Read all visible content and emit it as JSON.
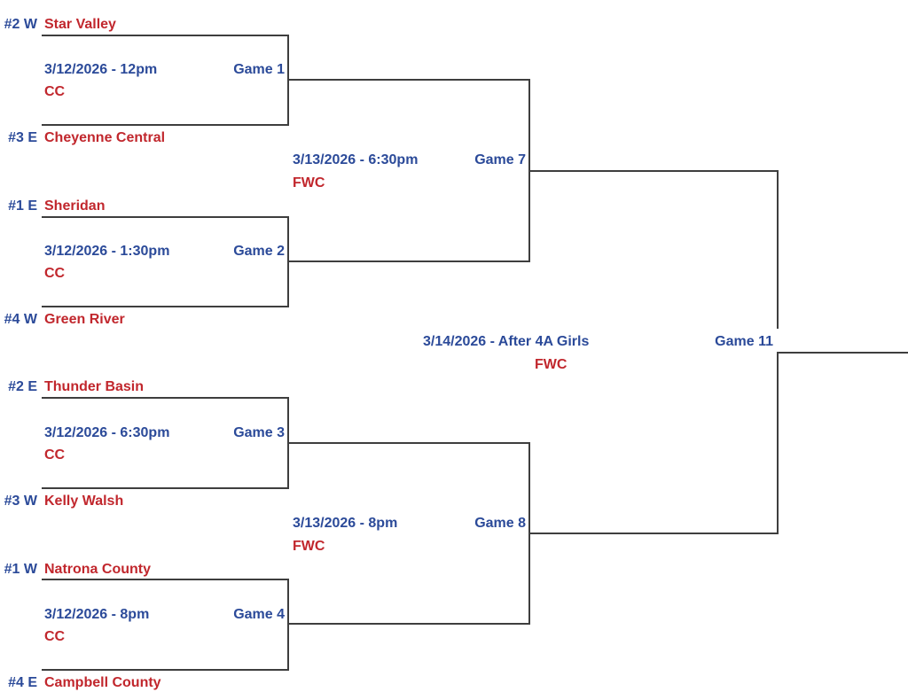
{
  "colors": {
    "blue": "#2B4A99",
    "red": "#C1272D",
    "line": "#3E3E3E"
  },
  "round1": [
    {
      "top_seed": "#2 W",
      "top_team": "Star Valley",
      "datetime": "3/12/2026 - 12pm",
      "game": "Game 1",
      "venue": "CC",
      "bottom_seed": "#3 E",
      "bottom_team": "Cheyenne Central"
    },
    {
      "top_seed": "#1 E",
      "top_team": "Sheridan",
      "datetime": "3/12/2026 - 1:30pm",
      "game": "Game 2",
      "venue": "CC",
      "bottom_seed": "#4 W",
      "bottom_team": "Green River"
    },
    {
      "top_seed": "#2 E",
      "top_team": "Thunder Basin",
      "datetime": "3/12/2026 - 6:30pm",
      "game": "Game 3",
      "venue": "CC",
      "bottom_seed": "#3 W",
      "bottom_team": "Kelly Walsh"
    },
    {
      "top_seed": "#1 W",
      "top_team": "Natrona County",
      "datetime": "3/12/2026 - 8pm",
      "game": "Game 4",
      "venue": "CC",
      "bottom_seed": "#4 E",
      "bottom_team": "Campbell County"
    }
  ],
  "semifinals": [
    {
      "datetime": "3/13/2026 - 6:30pm",
      "game": "Game 7",
      "venue": "FWC"
    },
    {
      "datetime": "3/13/2026 - 8pm",
      "game": "Game 8",
      "venue": "FWC"
    }
  ],
  "final": {
    "datetime": "3/14/2026 - After 4A Girls",
    "game": "Game 11",
    "venue": "FWC"
  }
}
